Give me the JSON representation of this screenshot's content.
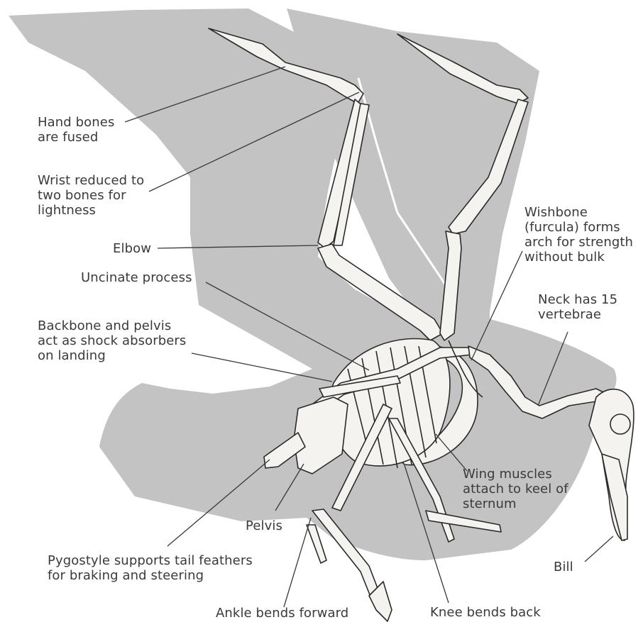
{
  "diagram": {
    "colors": {
      "silhouette": "#c3c3c3",
      "bone_fill": "#f4f3ef",
      "bone_stroke": "#2a2a2a",
      "leader_line": "#3a3a3a",
      "label_text": "#3a3a3a",
      "background": "#ffffff"
    },
    "labels": {
      "hand_bones": "Hand bones\nare fused",
      "wrist": "Wrist reduced to\ntwo bones for\nlightness",
      "elbow": "Elbow",
      "uncinate": "Uncinate process",
      "backbone": "Backbone and pelvis\nact as shock absorbers\non landing",
      "wishbone": "Wishbone\n(furcula) forms\narch for strength\nwithout bulk",
      "neck": "Neck has 15\nvertebrae",
      "wing_muscles": "Wing muscles\nattach to keel of\nsternum",
      "pelvis": "Pelvis",
      "pygostyle": "Pygostyle supports tail feathers\nfor braking and steering",
      "bill": "Bill",
      "ankle": "Ankle bends forward",
      "knee": "Knee bends back"
    }
  }
}
